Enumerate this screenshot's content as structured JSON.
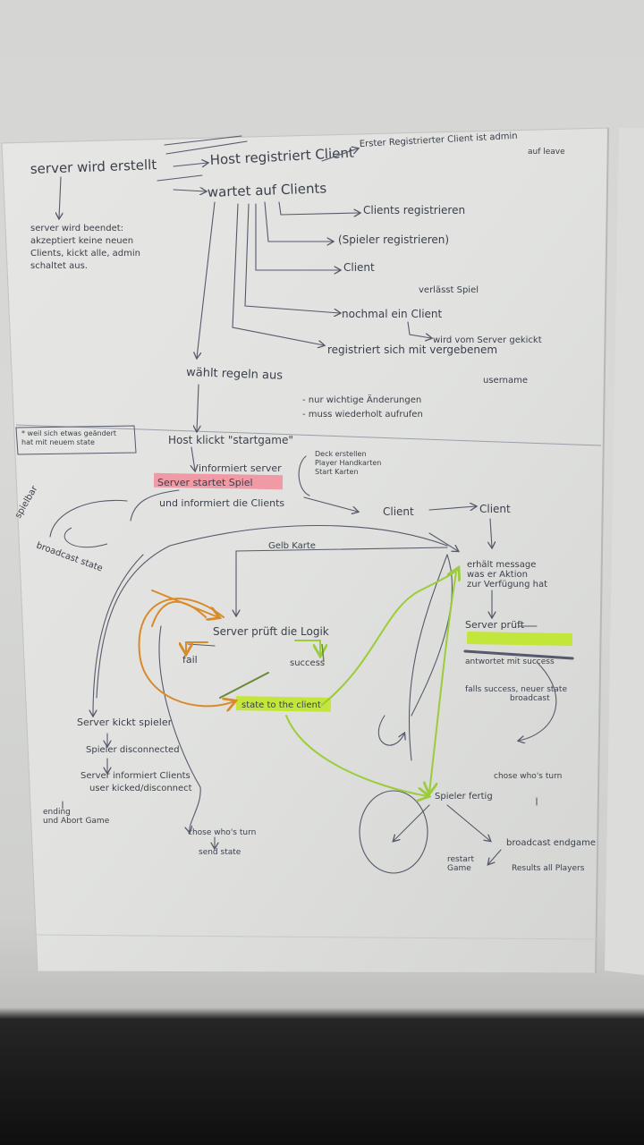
{
  "notes": {
    "server_created": "server wird erstellt",
    "host_registers": "Host registriert Client",
    "first_registered": "Erster Registrierter Client ist admin",
    "waits": "wartet auf Clients",
    "clients_register": "Clients registrieren",
    "players_register": "(Spieler registrieren)",
    "client_leaves": "verlässt Spiel",
    "kicked": "wird vom Server gekickt",
    "chooses_rules": "wählt regeln aus",
    "host_starts": "Host klickt \"startgame\"",
    "informs_server": "informiert server",
    "server_starts": "Server startet Spiel",
    "informs_clients": "und informiert die Clients",
    "client": "Client",
    "broadcast_state": "broadcast state",
    "server_checks": "Server prüft die Logik",
    "fail": "fail",
    "success": "success",
    "state_to_client": "state to the client",
    "server_kicks": "Server kickt spieler",
    "player_ready": "Spieler fertig",
    "broadcast_endgame": "broadcast endgame"
  }
}
